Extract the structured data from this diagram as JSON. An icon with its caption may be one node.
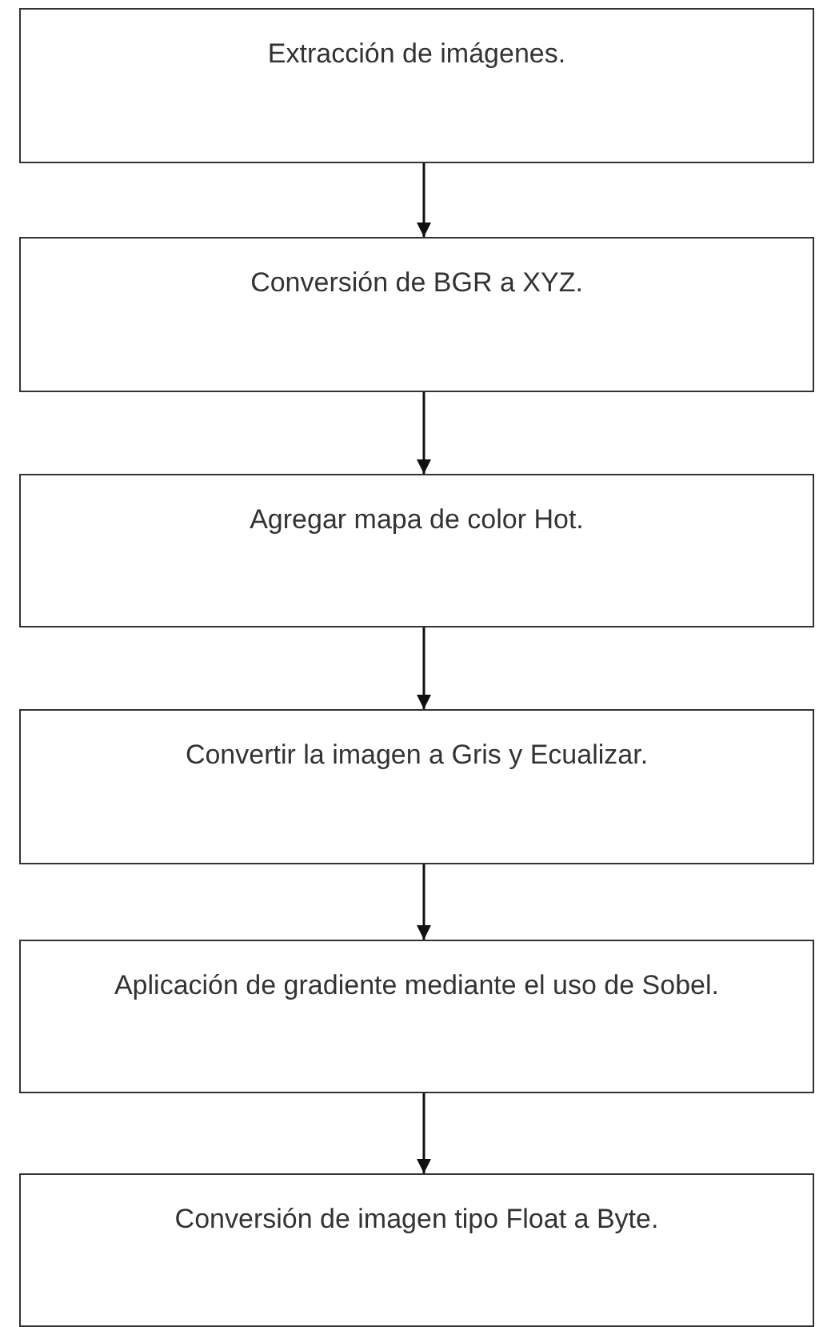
{
  "diagram": {
    "nodes": [
      {
        "text": [
          "Extracción de imágenes."
        ]
      },
      {
        "text": [
          "Conversión de BGR a XYZ."
        ]
      },
      {
        "text": [
          "Agregar mapa de color Hot."
        ]
      },
      {
        "text": [
          "Convertir la imagen a Gris y Ecualizar."
        ]
      },
      {
        "text": [
          "Aplicación de gradiente mediante el uso de Sobel."
        ]
      },
      {
        "text": [
          "Conversión de imagen tipo Float a Byte."
        ]
      }
    ],
    "edges": [
      {
        "from": 0,
        "to": 1,
        "arrow": "to"
      },
      {
        "from": 1,
        "to": 2,
        "arrow": "to"
      },
      {
        "from": 2,
        "to": 3,
        "arrow": "to"
      },
      {
        "from": 3,
        "to": 4,
        "arrow": "to"
      },
      {
        "from": 4,
        "to": 5,
        "arrow": "to"
      }
    ]
  }
}
